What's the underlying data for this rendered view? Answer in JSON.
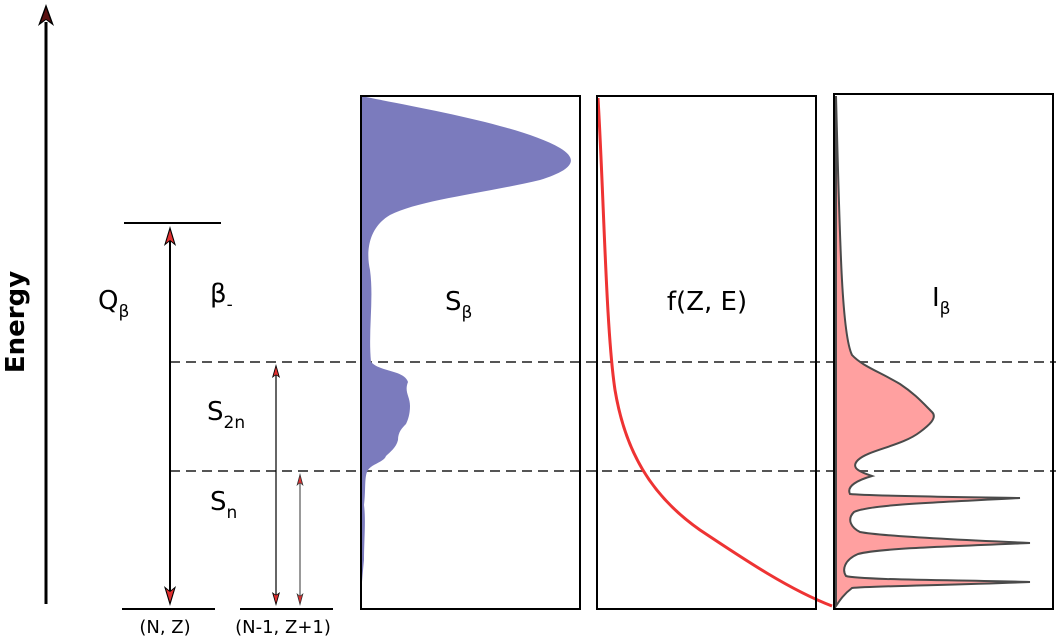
{
  "axis": {
    "energy_label": "Energy"
  },
  "levels": {
    "q_beta": {
      "main": "Q",
      "sub": "β"
    },
    "beta_minus": {
      "main": "β",
      "sub": "-"
    },
    "s_2n": {
      "main": "S",
      "sub": "2n"
    },
    "s_n": {
      "main": "S",
      "sub": "n"
    },
    "parent_nucleus": "(N, Z)",
    "daughter_nucleus": "(N-1, Z+1)"
  },
  "panels": {
    "strength": {
      "main": "S",
      "sub": "β"
    },
    "fermi": {
      "label": "f(Z, E)"
    },
    "intensity": {
      "main": "I",
      "sub": "β"
    }
  },
  "colors": {
    "strength_fill": "#7b7bbd",
    "fermi_curve": "#ee3333",
    "intensity_fill": "#ffa0a0",
    "intensity_stroke": "#4a4a4a",
    "dashed_line": "#555555",
    "arrow_head": "#e03030"
  }
}
